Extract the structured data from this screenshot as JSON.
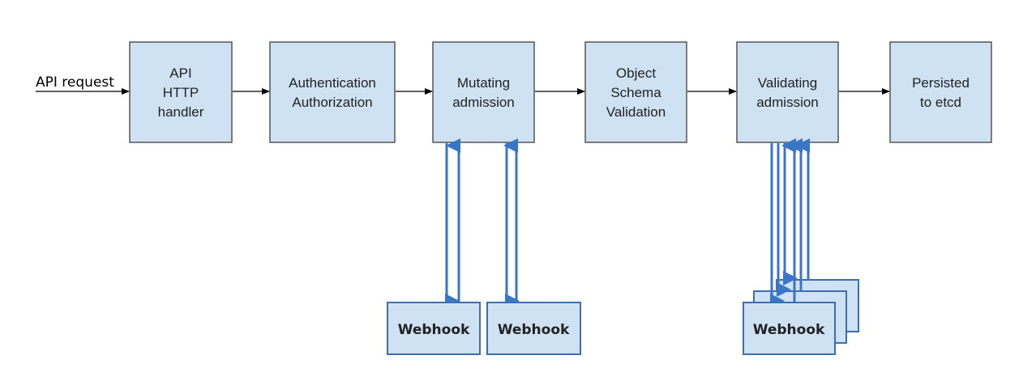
{
  "input_label": "API request",
  "stages": [
    {
      "lines": [
        "API",
        "HTTP",
        "handler"
      ]
    },
    {
      "lines": [
        "Authentication",
        "Authorization"
      ]
    },
    {
      "lines": [
        "Mutating",
        "admission"
      ]
    },
    {
      "lines": [
        "Object",
        "Schema",
        "Validation"
      ]
    },
    {
      "lines": [
        "Validating",
        "admission"
      ]
    },
    {
      "lines": [
        "Persisted",
        "to etcd"
      ]
    }
  ],
  "webhook_label": "Webhook",
  "colors": {
    "box_fill": "#cfe2f3",
    "webhook_arrow": "#3a76c8"
  }
}
